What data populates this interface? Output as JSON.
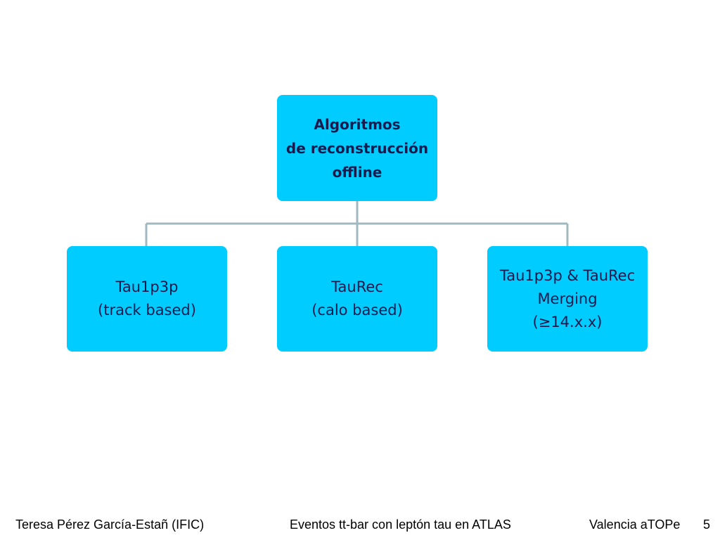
{
  "diagram": {
    "root": {
      "lines": [
        "Algoritmos",
        "de reconstrucción",
        "offline"
      ]
    },
    "children": [
      {
        "lines": [
          "Tau1p3p",
          "(track based)"
        ]
      },
      {
        "lines": [
          "TauRec",
          "(calo based)"
        ]
      },
      {
        "lines": [
          "Tau1p3p & TauRec",
          "Merging",
          "(≥14.x.x)"
        ]
      }
    ],
    "colors": {
      "box_fill": "#00ccff",
      "box_text": "#1a1a4d",
      "connector": "#a0b8c0"
    }
  },
  "footer": {
    "author": "Teresa Pérez García-Estañ (IFIC)",
    "title": "Eventos tt-bar con leptón tau en ATLAS",
    "event": "Valencia aTOPe",
    "page": "5"
  }
}
